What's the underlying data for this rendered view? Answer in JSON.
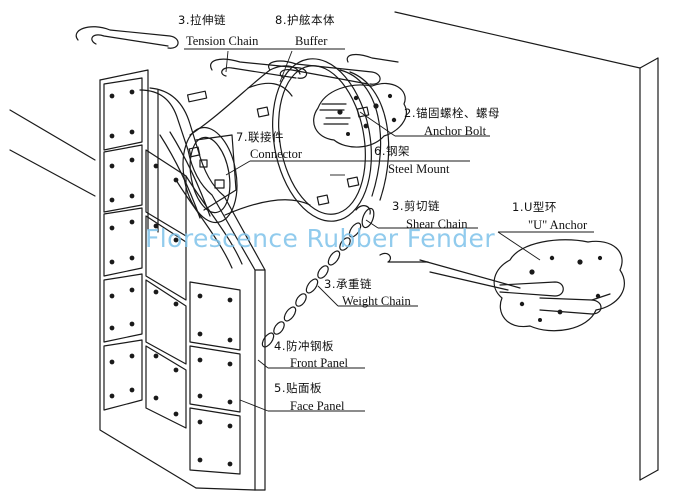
{
  "watermark": "Florescence Rubber Fender",
  "labels": {
    "tension_chain": {
      "zh": "3.拉伸链",
      "en": "Tension Chain"
    },
    "buffer": {
      "zh": "8.护舷本体",
      "en": "Buffer"
    },
    "anchor_bolt": {
      "zh": "2.锚固螺栓、螺母",
      "en": "Anchor Bolt"
    },
    "connector": {
      "zh": "7.联接件",
      "en": "Connector"
    },
    "steel_mount": {
      "zh": "6.钢架",
      "en": "Steel Mount"
    },
    "shear_chain": {
      "zh": "3.剪切链",
      "en": "Shear Chain"
    },
    "u_anchor": {
      "zh": "1.U型环",
      "en": "\"U\" Anchor"
    },
    "weight_chain": {
      "zh": "3.承重链",
      "en": "Weight Chain"
    },
    "front_panel": {
      "zh": "4.防冲钢板",
      "en": "Front Panel"
    },
    "face_panel": {
      "zh": "5.贴面板",
      "en": "Face Panel"
    }
  },
  "colors": {
    "line": "#1a1a1a",
    "watermark": "#7ec3ea",
    "background": "#ffffff"
  }
}
